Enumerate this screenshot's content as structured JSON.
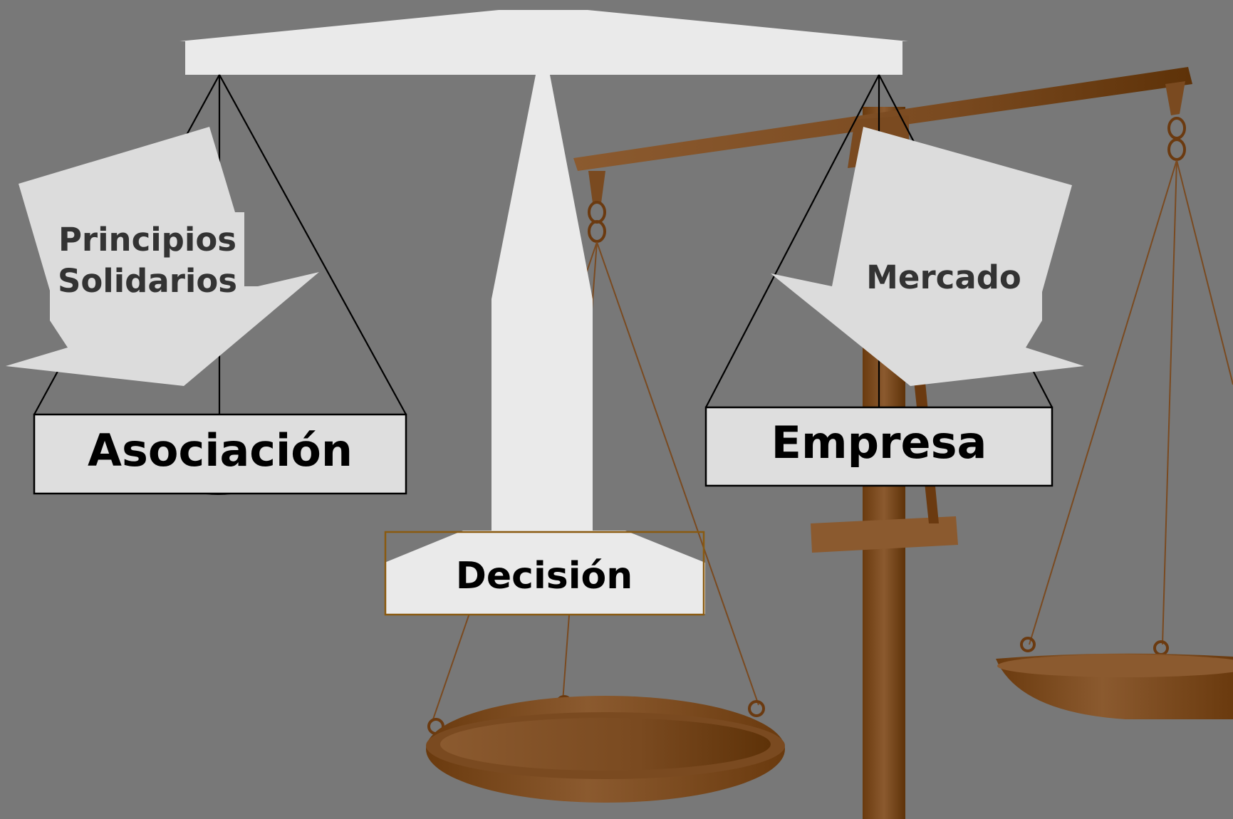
{
  "labels": {
    "left_arrow": [
      "Principios",
      "Solidarios"
    ],
    "right_arrow": "Mercado",
    "left_pan": "Asociación",
    "right_pan": "Empresa",
    "center_base": "Decisión"
  },
  "colors": {
    "background": "#787878",
    "diagram_fill": "#eaeaea",
    "box_fill": "#dedede",
    "arrow_fill": "#dcdcdc",
    "wood_dark": "#6b3a10",
    "wood_light": "#8a5a30",
    "dark_text": "#000000",
    "arrow_text": "#333333",
    "decision_border": "#8a5a10"
  }
}
